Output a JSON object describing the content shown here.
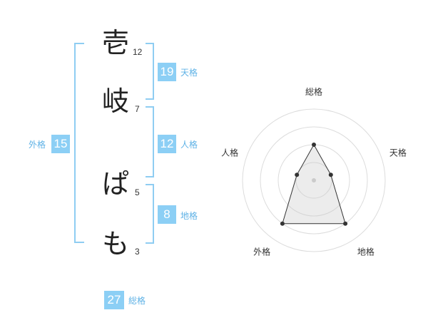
{
  "name": {
    "chars": [
      {
        "char": "壱",
        "strokes": "12"
      },
      {
        "char": "岐",
        "strokes": "7"
      },
      {
        "char": "ぱ",
        "strokes": "5"
      },
      {
        "char": "も",
        "strokes": "3"
      }
    ]
  },
  "kaku": {
    "tenkaku": {
      "value": "19",
      "label": "天格"
    },
    "jinkaku": {
      "value": "12",
      "label": "人格"
    },
    "chikaku": {
      "value": "8",
      "label": "地格"
    },
    "gaikaku": {
      "value": "15",
      "label": "外格"
    },
    "soukaku": {
      "value": "27",
      "label": "総格"
    }
  },
  "colors": {
    "accent": "#8ccff5",
    "bracket": "#8fcdf2",
    "label": "#5fb2e6"
  },
  "chart_data": {
    "type": "radar",
    "axes": [
      "総格",
      "天格",
      "地格",
      "外格",
      "人格"
    ],
    "rings": 4,
    "max": 4,
    "series": [
      {
        "values": [
          2,
          1,
          3,
          3,
          1
        ]
      }
    ]
  }
}
